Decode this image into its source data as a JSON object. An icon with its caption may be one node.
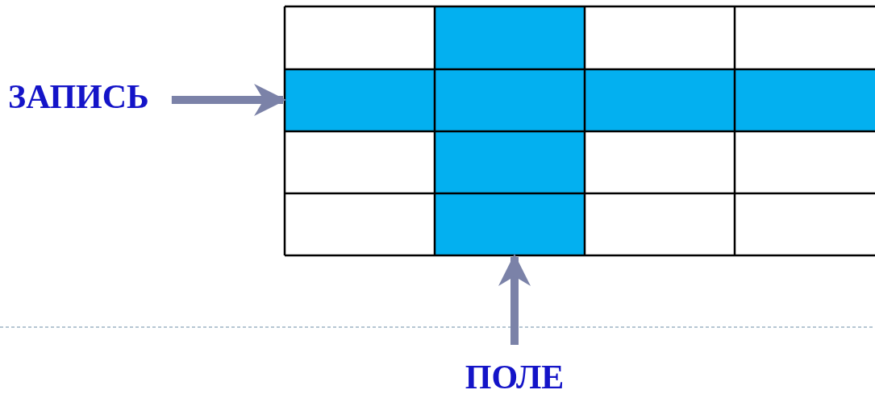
{
  "diagram": {
    "nodes": [
      {
        "text": [
          "ЗАПИСЬ"
        ]
      },
      {
        "text": [],
        "shape": "bar"
      },
      {
        "text": [],
        "shape": "bar"
      },
      {
        "text": [
          "ПОЛЕ"
        ]
      }
    ],
    "edges": [
      {
        "from": 0,
        "to": 1,
        "arrow": "to"
      },
      {
        "from": 3,
        "to": 2,
        "arrow": "to"
      }
    ]
  }
}
